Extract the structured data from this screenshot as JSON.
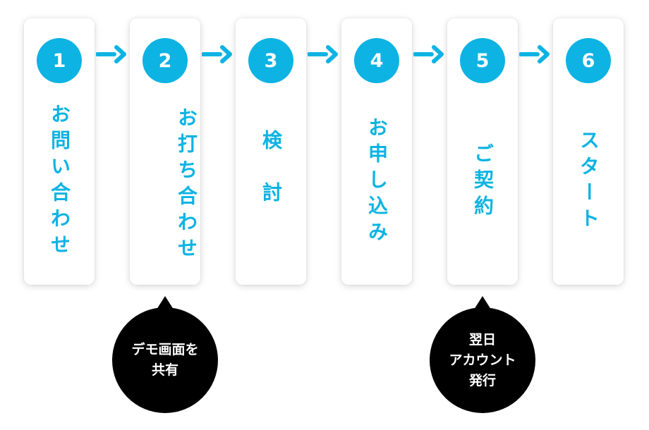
{
  "colors": {
    "accent": "#0db3e2",
    "bubble": "#000000",
    "card": "#ffffff"
  },
  "steps": [
    {
      "number": "1",
      "label": "お問い合わせ"
    },
    {
      "number": "2",
      "label": "お打ち合わせ"
    },
    {
      "number": "3",
      "label": "検討"
    },
    {
      "number": "4",
      "label": "お申し込み"
    },
    {
      "number": "5",
      "label": "ご契約"
    },
    {
      "number": "6",
      "label": "スタート"
    }
  ],
  "callouts": [
    {
      "step": "2",
      "lines": [
        "デモ画面を",
        "共有"
      ]
    },
    {
      "step": "5",
      "lines": [
        "翌日",
        "アカウント",
        "発行"
      ]
    }
  ]
}
